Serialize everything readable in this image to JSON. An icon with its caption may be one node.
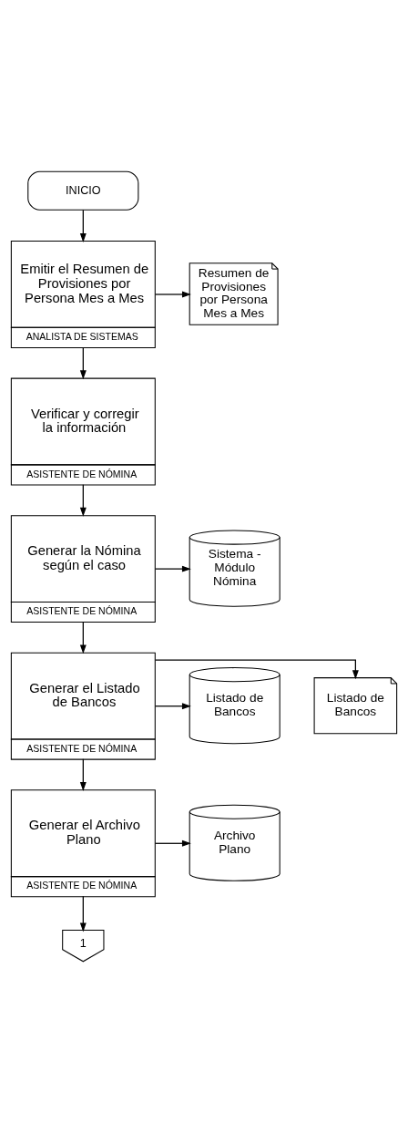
{
  "diagram": {
    "nodes": [
      {
        "text": [
          "INICIO"
        ]
      },
      {
        "text": [
          "Emitir el Resumen de Provisiones por Persona Mes a Mes",
          "ANALISTA DE SISTEMAS"
        ]
      },
      {
        "text": [
          "Resumen de Provisiones por Persona Mes a Mes"
        ]
      },
      {
        "text": [
          "Verificar y corregir la información",
          "ASISTENTE DE NÓMINA"
        ]
      },
      {
        "text": [
          "Generar la Nómina según el caso",
          "ASISTENTE DE NÓMINA"
        ]
      },
      {
        "text": [
          "Sistema - Módulo Nómina"
        ]
      },
      {
        "text": [
          "Generar el Listado de Bancos",
          "ASISTENTE DE NÓMINA"
        ]
      },
      {
        "text": [
          "Listado de Bancos"
        ]
      },
      {
        "text": [
          "Listado de Bancos"
        ]
      },
      {
        "text": [
          "Generar el Archivo Plano",
          "ASISTENTE DE NÓMINA"
        ]
      },
      {
        "text": [
          "Archivo Plano"
        ]
      },
      {
        "text": [
          "1"
        ]
      }
    ],
    "edges": [
      {
        "from": 0,
        "to": 1,
        "arrow": "to"
      },
      {
        "from": 1,
        "to": 2,
        "arrow": "to"
      },
      {
        "from": 1,
        "to": 3,
        "arrow": "to"
      },
      {
        "from": 3,
        "to": 4,
        "arrow": "to"
      },
      {
        "from": 4,
        "to": 5,
        "arrow": "to"
      },
      {
        "from": 4,
        "to": 6,
        "arrow": "to"
      },
      {
        "from": 6,
        "to": 7,
        "arrow": "to"
      },
      {
        "from": 6,
        "to": 8,
        "arrow": "to"
      },
      {
        "from": 6,
        "to": 9,
        "arrow": "to"
      },
      {
        "from": 9,
        "to": 10,
        "arrow": "to"
      },
      {
        "from": 9,
        "to": 11,
        "arrow": "to"
      }
    ]
  }
}
